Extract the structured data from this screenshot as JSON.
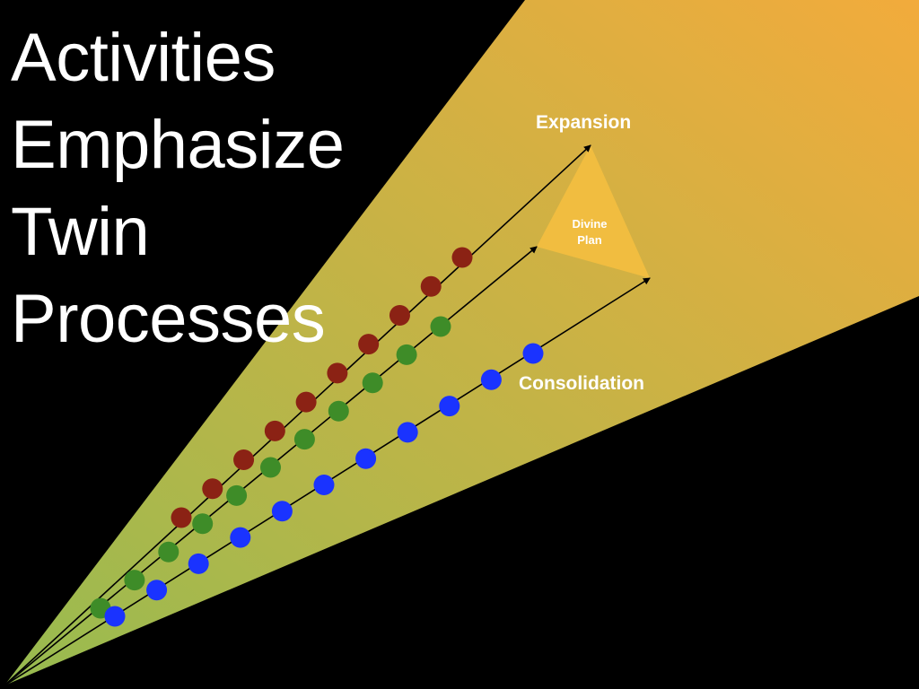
{
  "title_lines": [
    "Activities",
    "Emphasize",
    "Twin",
    "Processes"
  ],
  "labels": {
    "expansion": "Expansion",
    "consolidation": "Consolidation",
    "divine_line1": "Divine",
    "divine_line2": "Plan"
  },
  "colors": {
    "background": "#000000",
    "wedge_start": "#97bb50",
    "wedge_end": "#f2ab3c",
    "triangle": "#f1bd40",
    "red_dots": "#8b2214",
    "green_dots": "#3e8c28",
    "blue_dots": "#1a33ff",
    "arrows": "#000000"
  },
  "dot_counts": {
    "red": 10,
    "green": 11,
    "blue": 11
  }
}
